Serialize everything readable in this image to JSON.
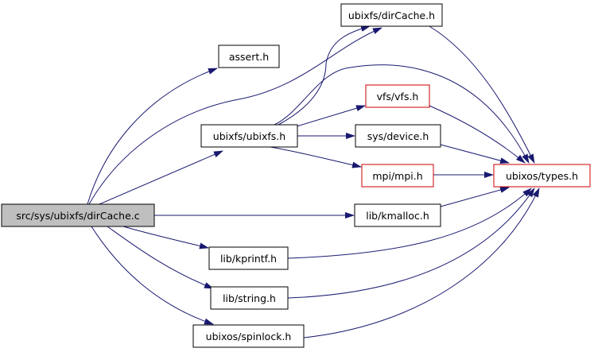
{
  "colors": {
    "edge": "#191970",
    "normal_border": "#000000",
    "warn_border": "#cc0000",
    "root_fill": "#bfbfbf",
    "node_fill": "#ffffff"
  },
  "nodes": {
    "root": {
      "label": "src/sys/ubixfs/dirCache.c",
      "kind": "root"
    },
    "assert": {
      "label": "assert.h",
      "kind": "normal"
    },
    "ubixfs_dircache": {
      "label": "ubixfs/dirCache.h",
      "kind": "normal"
    },
    "ubixfs_ubixfs": {
      "label": "ubixfs/ubixfs.h",
      "kind": "normal"
    },
    "vfs": {
      "label": "vfs/vfs.h",
      "kind": "warn"
    },
    "sys_device": {
      "label": "sys/device.h",
      "kind": "normal"
    },
    "mpi": {
      "label": "mpi/mpi.h",
      "kind": "warn"
    },
    "types": {
      "label": "ubixos/types.h",
      "kind": "warn"
    },
    "kmalloc": {
      "label": "lib/kmalloc.h",
      "kind": "normal"
    },
    "kprintf": {
      "label": "lib/kprintf.h",
      "kind": "normal"
    },
    "string": {
      "label": "lib/string.h",
      "kind": "normal"
    },
    "spinlock": {
      "label": "ubixos/spinlock.h",
      "kind": "normal"
    }
  },
  "edges": [
    {
      "from": "root",
      "to": "assert"
    },
    {
      "from": "root",
      "to": "ubixfs_dircache"
    },
    {
      "from": "root",
      "to": "ubixfs_ubixfs"
    },
    {
      "from": "root",
      "to": "kmalloc"
    },
    {
      "from": "root",
      "to": "kprintf"
    },
    {
      "from": "root",
      "to": "string"
    },
    {
      "from": "root",
      "to": "spinlock"
    },
    {
      "from": "ubixfs_ubixfs",
      "to": "ubixfs_dircache"
    },
    {
      "from": "ubixfs_ubixfs",
      "to": "vfs"
    },
    {
      "from": "ubixfs_ubixfs",
      "to": "sys_device"
    },
    {
      "from": "ubixfs_ubixfs",
      "to": "mpi"
    },
    {
      "from": "ubixfs_ubixfs",
      "to": "types"
    },
    {
      "from": "ubixfs_dircache",
      "to": "types"
    },
    {
      "from": "vfs",
      "to": "types"
    },
    {
      "from": "sys_device",
      "to": "types"
    },
    {
      "from": "mpi",
      "to": "types"
    },
    {
      "from": "kmalloc",
      "to": "types"
    },
    {
      "from": "kprintf",
      "to": "types"
    },
    {
      "from": "string",
      "to": "types"
    },
    {
      "from": "spinlock",
      "to": "types"
    }
  ]
}
